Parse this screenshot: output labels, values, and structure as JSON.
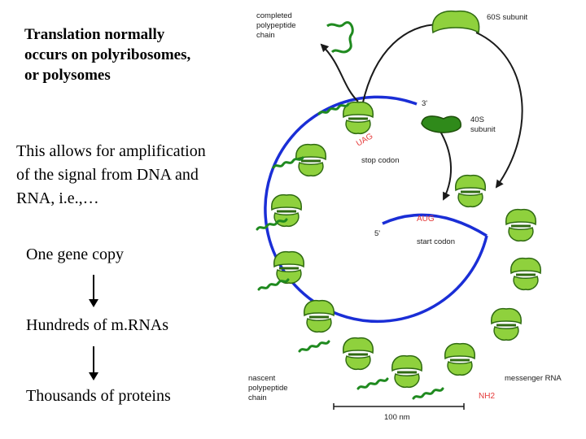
{
  "text": {
    "title_lines": [
      "Translation normally",
      "occurs on polyribosomes,",
      "or polysomes"
    ],
    "amp_lines": [
      "This allows for amplification",
      "of the signal from DNA and",
      "RNA, i.e.,…"
    ],
    "gene": "One gene copy",
    "mrnas": "Hundreds of m.RNAs",
    "proteins": "Thousands of proteins"
  },
  "figure": {
    "completed_lines": [
      "completed",
      "polypeptide",
      "chain"
    ],
    "sub60": "60S subunit",
    "three_prime": "3'",
    "sub40_lines": [
      "40S",
      "subunit"
    ],
    "uag": "UAG",
    "stop_codon": "stop codon",
    "aug": "AUG",
    "five_prime": "5'",
    "start_codon": "start codon",
    "nascent_lines": [
      "nascent",
      "polypeptide",
      "chain"
    ],
    "messenger": "messenger RNA",
    "nh2": "NH2",
    "scale": "100 nm"
  },
  "colors": {
    "mrna": "#1a2ed6",
    "ribosome": "#8fd13d",
    "ribosome_dark": "#2f6a12",
    "chain": "#1f8a1f",
    "codon": "#e53a3a"
  }
}
